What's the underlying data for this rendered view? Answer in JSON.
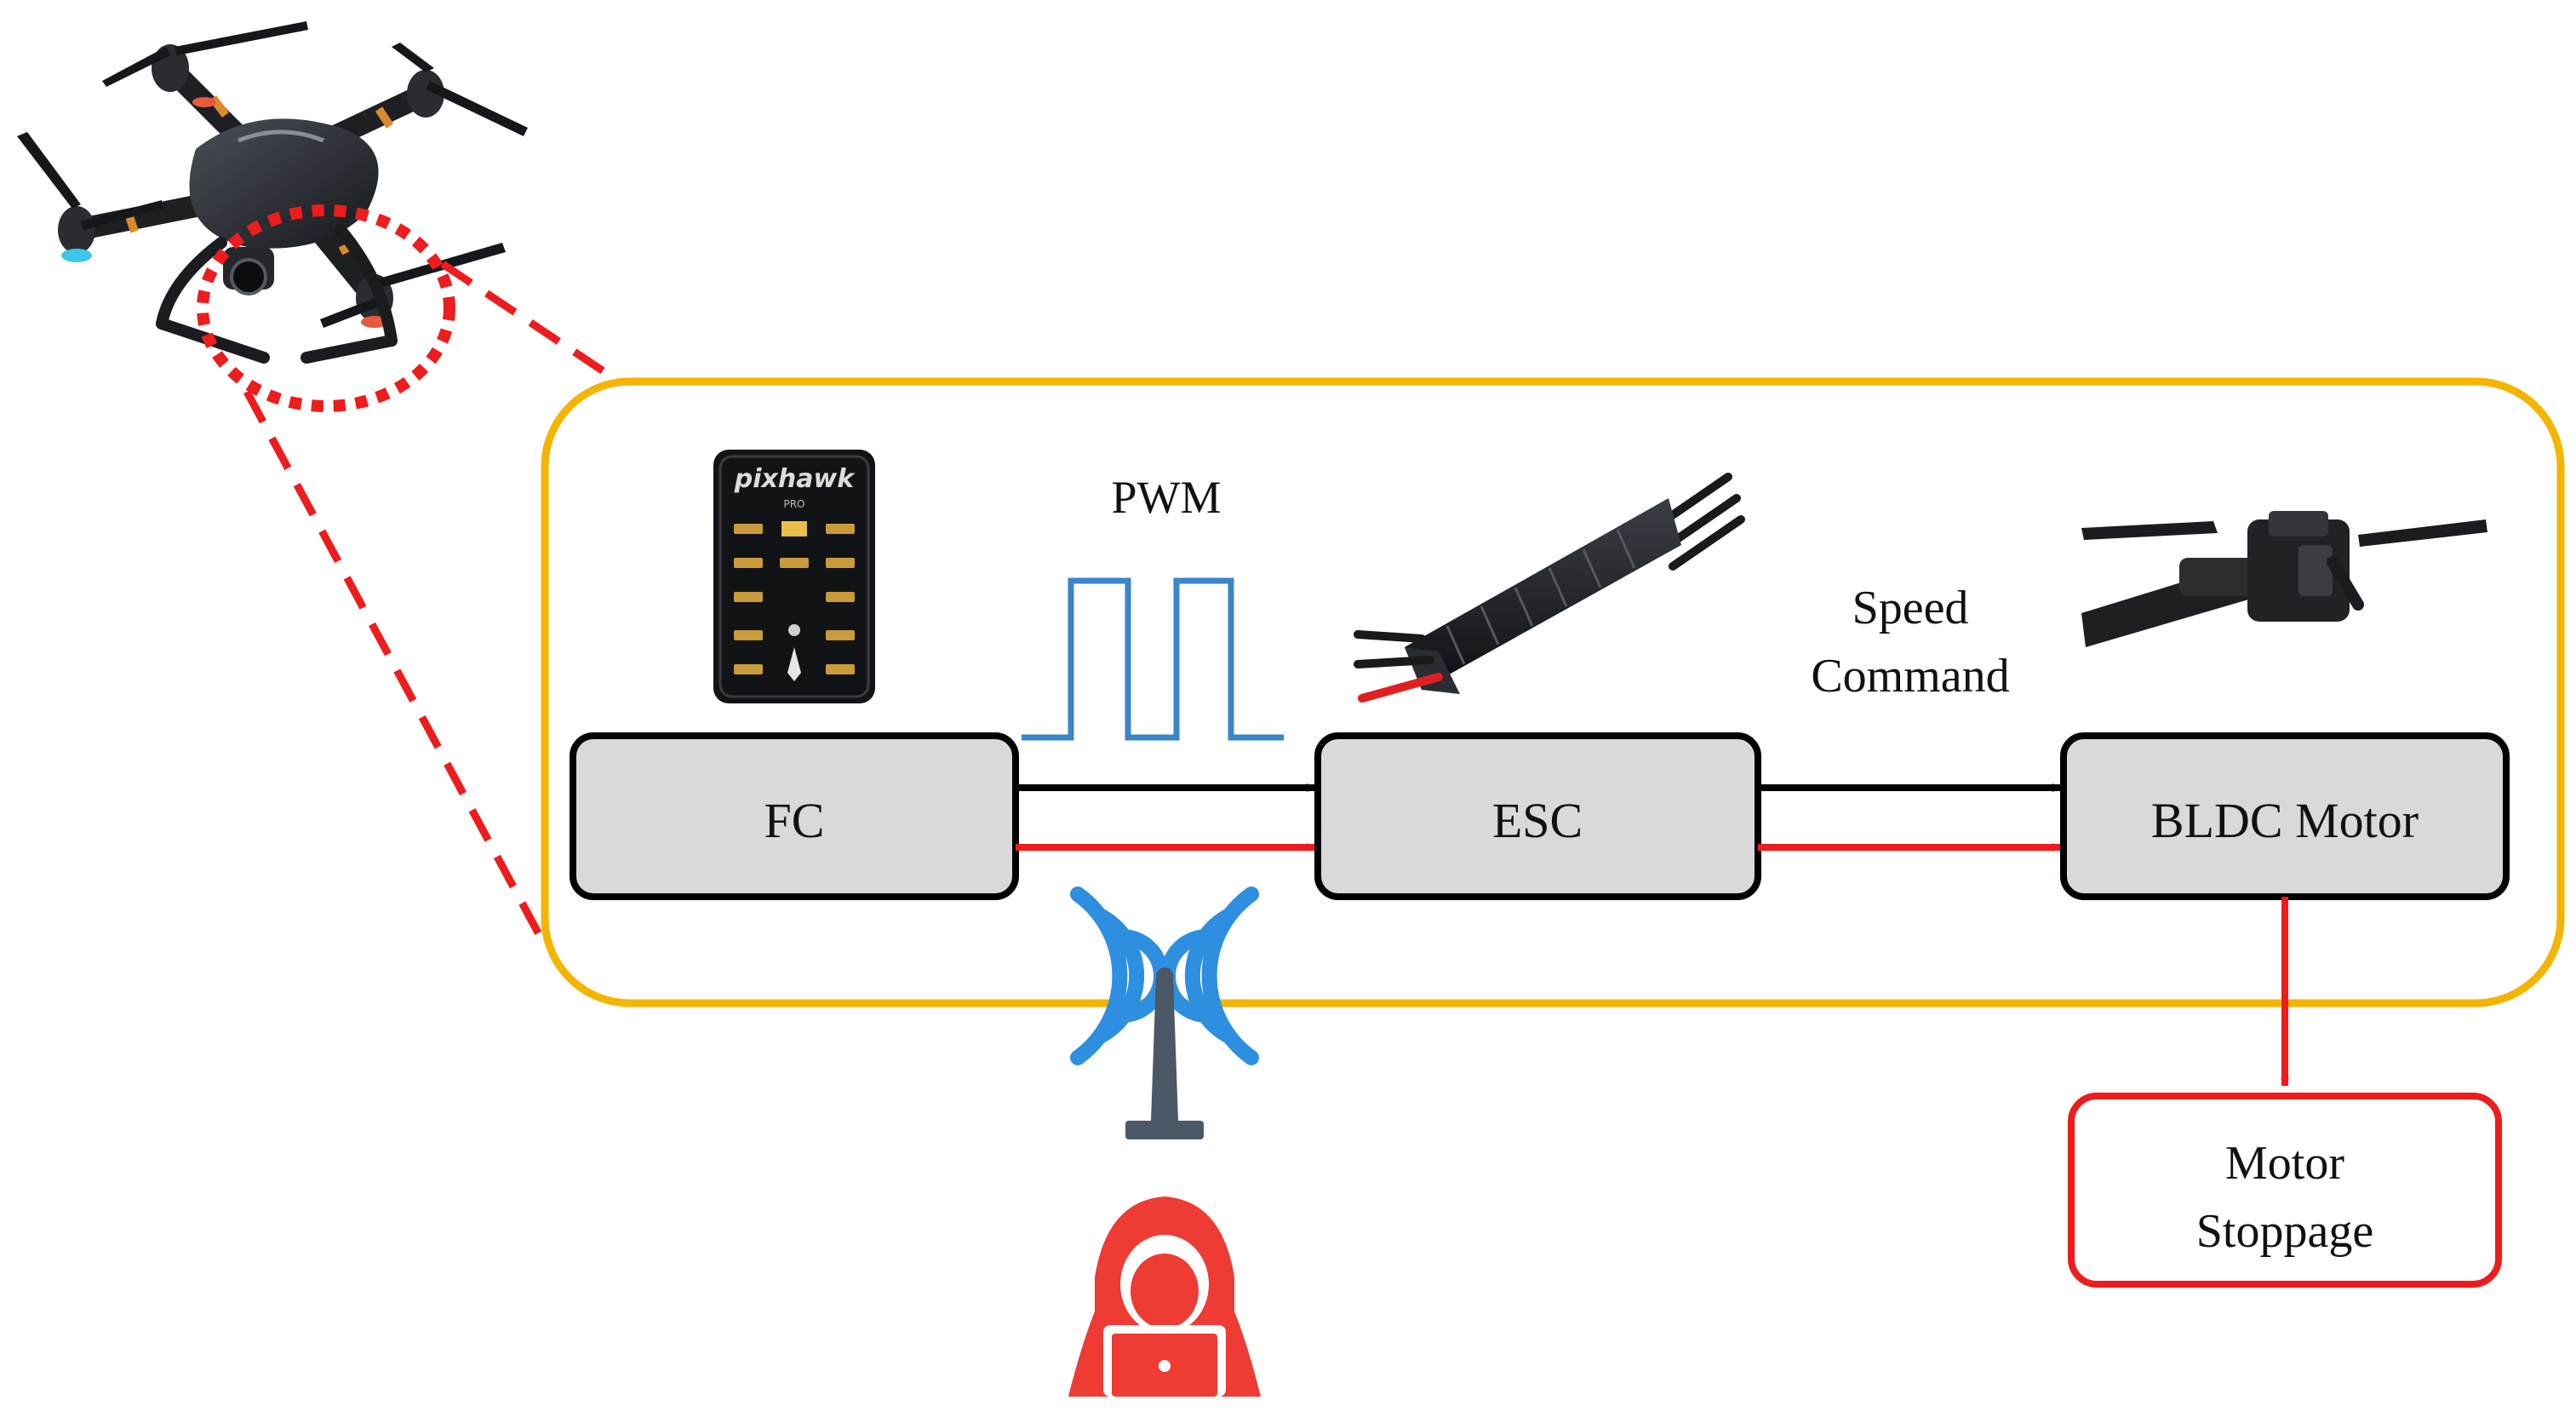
{
  "labels": {
    "pwm": "PWM",
    "speed_command_line1": "Speed",
    "speed_command_line2": "Command",
    "motor_stoppage_line1": "Motor",
    "motor_stoppage_line2": "Stoppage"
  },
  "blocks": {
    "fc": "FC",
    "esc": "ESC",
    "bldc": "BLDC Motor"
  },
  "images": {
    "pixhawk_logo": "pixhawk",
    "pixhawk_sub": "PRO"
  },
  "colors": {
    "enclosure": "#F4B400",
    "block_fill": "#D9D9D9",
    "attack": "#EE1C1C",
    "signal": "#3A86C8",
    "wifi": "#2E8FE0",
    "hacker": "#EE3B33"
  },
  "icons": [
    "drone-icon",
    "pixhawk-board-icon",
    "esc-module-icon",
    "bldc-motor-arm-icon",
    "antenna-icon",
    "hacker-icon",
    "pwm-signal-icon"
  ]
}
